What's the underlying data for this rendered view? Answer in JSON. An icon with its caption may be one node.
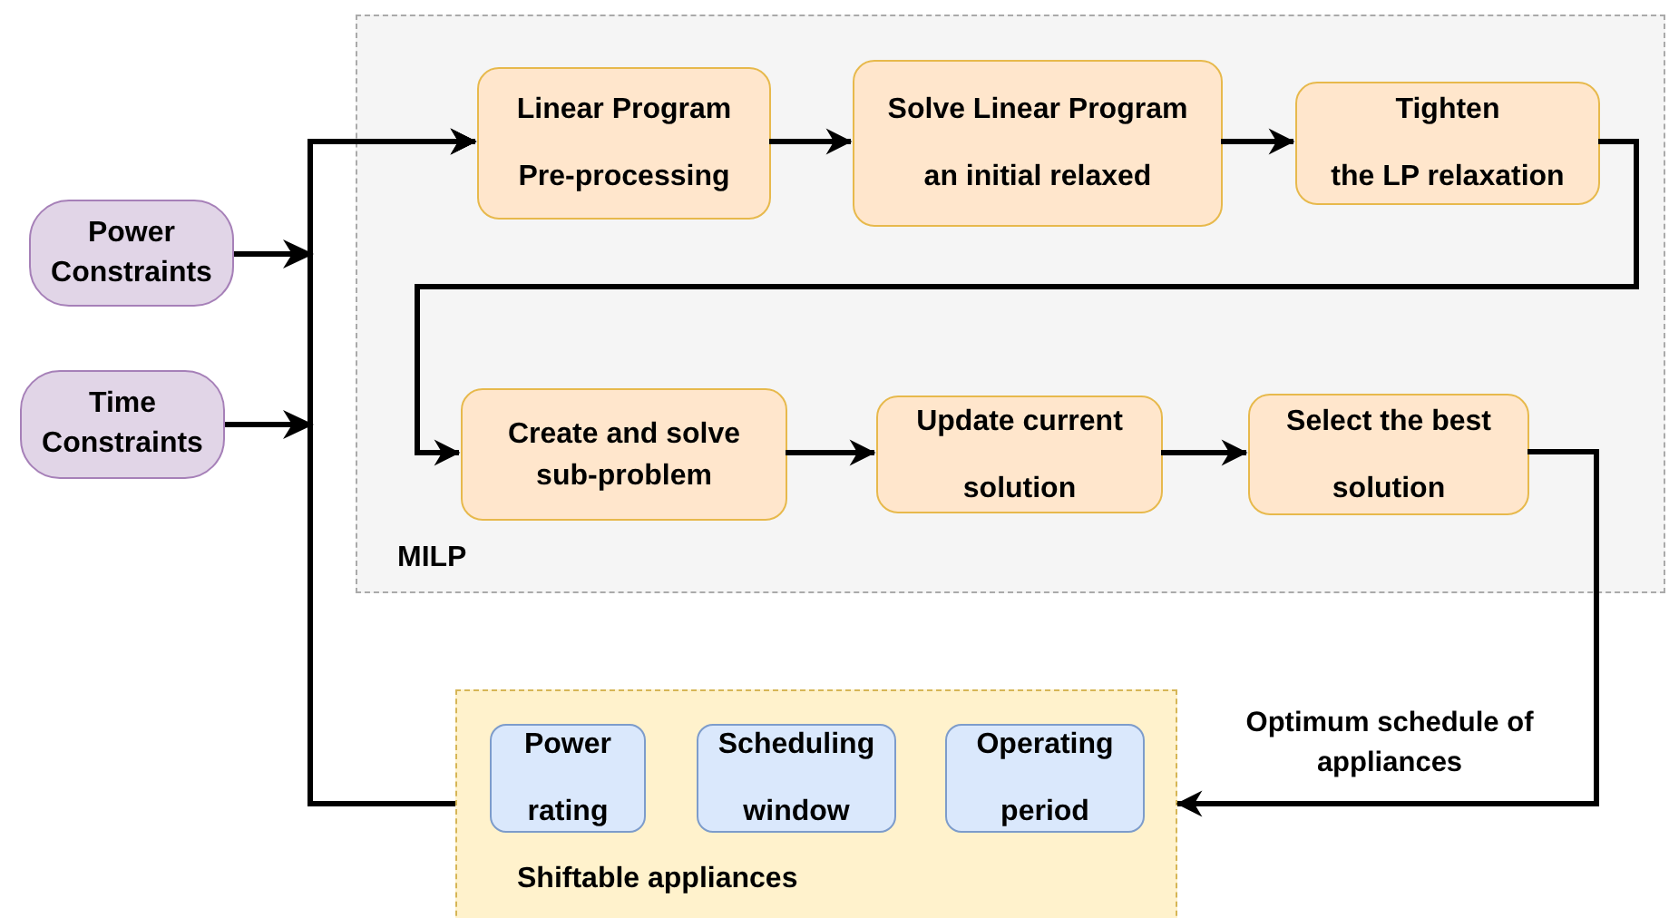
{
  "diagram": {
    "nodes": [
      {
        "text": [
          "MILP"
        ]
      },
      {
        "text": [
          "Linear Program Pre-processing"
        ],
        "in": 0
      },
      {
        "text": [
          "Solve Linear Program an initial relaxed"
        ],
        "in": 0
      },
      {
        "text": [
          "Tighten",
          "the LP relaxation"
        ],
        "in": 0
      },
      {
        "text": [
          "Create and solve sub-problem"
        ],
        "in": 0
      },
      {
        "text": [
          "Update current solution"
        ],
        "in": 0
      },
      {
        "text": [
          "Select the best solution"
        ],
        "in": 0
      },
      {
        "text": [
          "Power Constraints"
        ]
      },
      {
        "text": [
          "Time Constraints"
        ]
      },
      {
        "text": [
          "Shiftable appliances"
        ]
      },
      {
        "text": [
          "Power rating"
        ],
        "in": 9
      },
      {
        "text": [
          "Scheduling window"
        ],
        "in": 9
      },
      {
        "text": [
          "Operating period"
        ],
        "in": 9
      }
    ],
    "edges": [
      {
        "from": 7,
        "to": 1,
        "arrow": "to"
      },
      {
        "from": 8,
        "to": 1,
        "arrow": "to"
      },
      {
        "from": 9,
        "to": 1,
        "arrow": "to"
      },
      {
        "from": 1,
        "to": 2,
        "arrow": "to"
      },
      {
        "from": 2,
        "to": 3,
        "arrow": "to"
      },
      {
        "from": 3,
        "to": 4,
        "arrow": "to"
      },
      {
        "from": 4,
        "to": 5,
        "arrow": "to"
      },
      {
        "from": 5,
        "to": 6,
        "arrow": "to"
      },
      {
        "from": 6,
        "to": 9,
        "arrow": "to",
        "label": "Optimum schedule of appliances"
      }
    ]
  }
}
